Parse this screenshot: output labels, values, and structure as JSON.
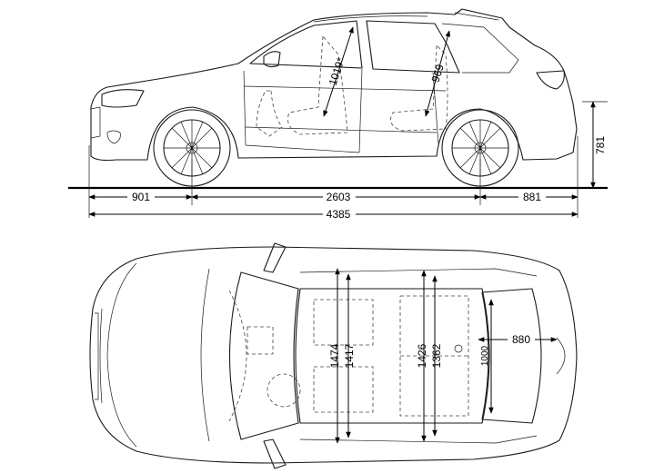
{
  "side_view": {
    "front_overhang": "901",
    "wheelbase": "2603",
    "rear_overhang": "881",
    "overall_length": "4385",
    "height": "781",
    "front_headroom": "1019*",
    "rear_headroom": "969"
  },
  "top_view": {
    "front_shoulder_width": "1474",
    "front_elbow_width": "1417",
    "rear_shoulder_width": "1426",
    "rear_elbow_width": "1362",
    "trunk_width": "1000",
    "trunk_length": "880"
  }
}
